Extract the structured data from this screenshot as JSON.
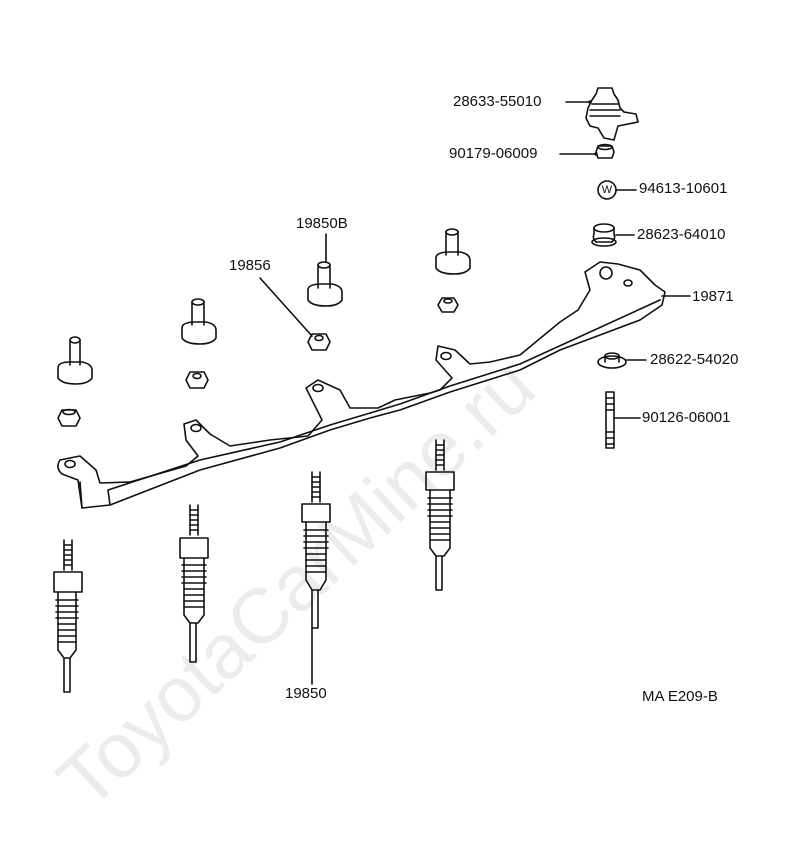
{
  "diagram_code": "MA E209-B",
  "watermark": "ToyotaCarMine.ru",
  "washer_symbol": "W",
  "part_labels": {
    "p_28633": "28633-55010",
    "p_90179": "90179-06009",
    "p_94613": "94613-10601",
    "p_28623": "28623-64010",
    "p_19871": "19871",
    "p_28622": "28622-54020",
    "p_90126": "90126-06001",
    "p_19850b": "19850B",
    "p_19856": "19856",
    "p_19850": "19850"
  }
}
